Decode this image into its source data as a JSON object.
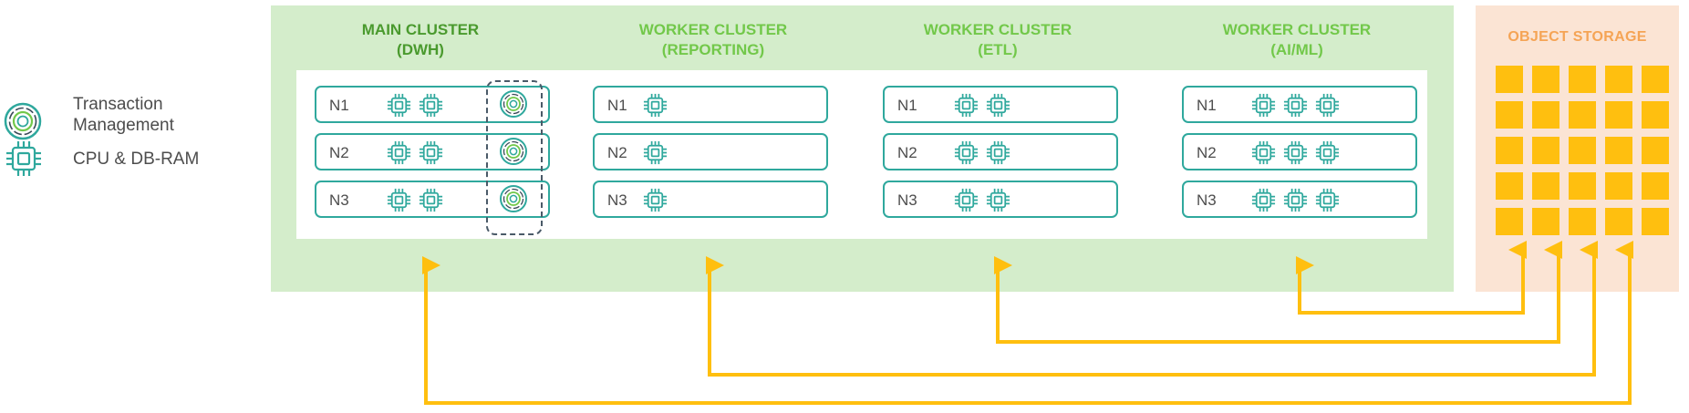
{
  "legend": {
    "transaction_management": "Transaction\nManagement",
    "cpu_db_ram": "CPU & DB-RAM",
    "transaction_icon": "transaction-management-icon",
    "cpu_icon": "cpu-chip-icon"
  },
  "clusters": [
    {
      "title": "MAIN CLUSTER\n(DWH)",
      "nodes": [
        {
          "label": "N1",
          "cpus": 2,
          "transaction_management": true
        },
        {
          "label": "N2",
          "cpus": 2,
          "transaction_management": true
        },
        {
          "label": "N3",
          "cpus": 2,
          "transaction_management": true
        }
      ]
    },
    {
      "title": "WORKER CLUSTER\n(REPORTING)",
      "nodes": [
        {
          "label": "N1",
          "cpus": 1
        },
        {
          "label": "N2",
          "cpus": 1
        },
        {
          "label": "N3",
          "cpus": 1
        }
      ]
    },
    {
      "title": "WORKER CLUSTER\n(ETL)",
      "nodes": [
        {
          "label": "N1",
          "cpus": 2
        },
        {
          "label": "N2",
          "cpus": 2
        },
        {
          "label": "N3",
          "cpus": 2
        }
      ]
    },
    {
      "title": "WORKER CLUSTER\n(AI/ML)",
      "nodes": [
        {
          "label": "N1",
          "cpus": 3
        },
        {
          "label": "N2",
          "cpus": 3
        },
        {
          "label": "N3",
          "cpus": 3
        }
      ]
    }
  ],
  "object_storage": {
    "title": "OBJECT STORAGE",
    "grid_rows": 5,
    "grid_cols": 5
  },
  "colors": {
    "cluster_background": "#d4edcb",
    "storage_background": "#fbe4d4",
    "node_border": "#2fa89d",
    "storage_block": "#ffbf0f",
    "connector": "#ffbf0f",
    "main_title": "#4a9a2e",
    "worker_title": "#72c84a",
    "storage_title": "#f5a455"
  }
}
